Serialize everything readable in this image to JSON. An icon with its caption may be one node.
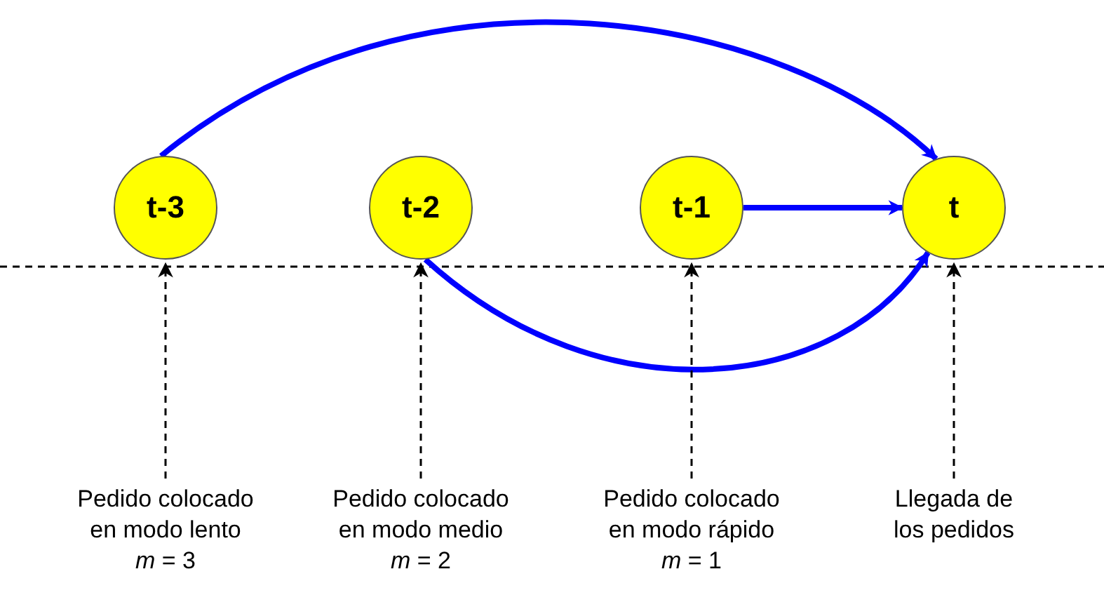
{
  "diagram": {
    "nodes": [
      {
        "text": [
          "t-3"
        ]
      },
      {
        "text": [
          "t-2"
        ]
      },
      {
        "text": [
          "t-1"
        ]
      },
      {
        "text": [
          "t"
        ]
      },
      {
        "text": [
          "Pedido colocado en modo lento",
          "*m* = 3"
        ]
      },
      {
        "text": [
          "Pedido colocado en modo medio",
          "*m* = 2"
        ]
      },
      {
        "text": [
          "Pedido colocado en modo rápido",
          "*m* = 1"
        ]
      },
      {
        "text": [
          "Llegada de los pedidos"
        ]
      }
    ],
    "edges": [
      {
        "from": 0,
        "to": 3,
        "arrow": "to",
        "style": "thick",
        "color": "#0000ff"
      },
      {
        "from": 2,
        "to": 3,
        "arrow": "to",
        "style": "thick",
        "color": "#0000ff"
      },
      {
        "from": 1,
        "to": 3,
        "arrow": "to",
        "style": "thick",
        "color": "#0000ff"
      },
      {
        "from": 4,
        "to": 0,
        "arrow": "to",
        "style": "dashed"
      },
      {
        "from": 5,
        "to": 1,
        "arrow": "to",
        "style": "dashed"
      },
      {
        "from": 6,
        "to": 2,
        "arrow": "to",
        "style": "dashed"
      },
      {
        "from": 7,
        "to": 3,
        "arrow": "to",
        "style": "dashed"
      }
    ]
  }
}
